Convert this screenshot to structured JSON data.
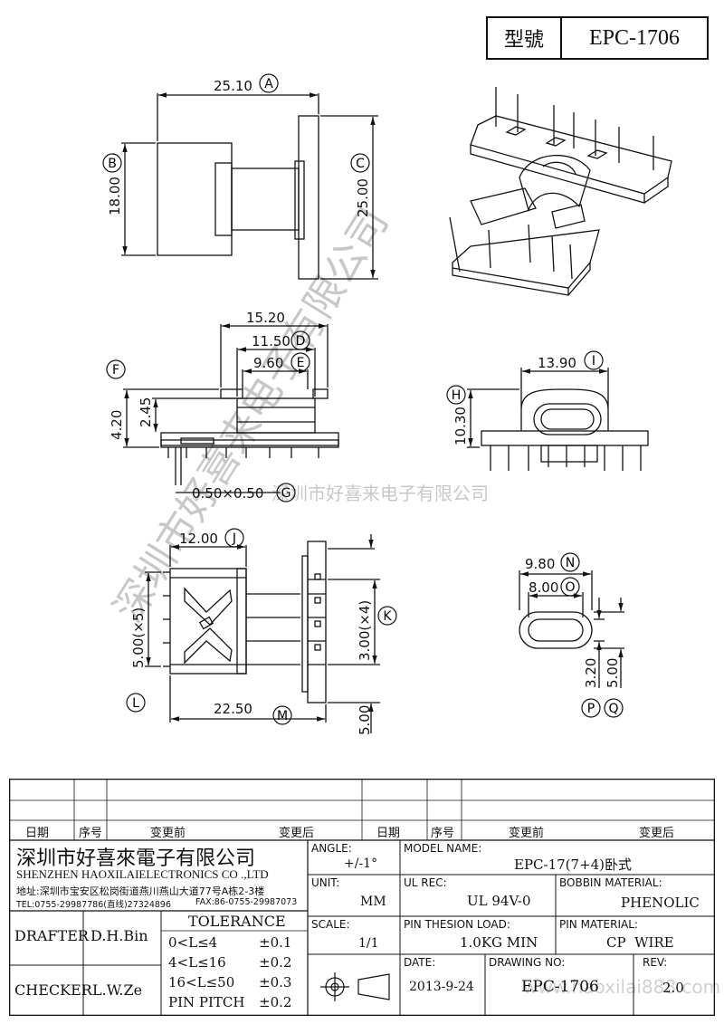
{
  "title": {
    "model_label": "型號",
    "model_value": "EPC-1706"
  },
  "dims": {
    "A": "25.10",
    "B": "18.00",
    "C": "25.00",
    "D": "11.50",
    "E": "9.60",
    "F": "4.20",
    "F2": "2.45",
    "top15": "15.20",
    "G": "0.50×0.50",
    "H": "10.30",
    "I": "13.90",
    "J": "12.00",
    "K": "3.00(×4)",
    "L": "5.00(×5)",
    "M": "22.50",
    "M2": "5.00",
    "N": "9.80",
    "O": "8.00",
    "P": "3.20",
    "Q": "5.00"
  },
  "letters": [
    "A",
    "B",
    "C",
    "D",
    "E",
    "F",
    "G",
    "H",
    "I",
    "J",
    "K",
    "L",
    "M",
    "N",
    "O",
    "P",
    "Q"
  ],
  "watermark": {
    "vertical": "深圳市好喜来电子有限公司",
    "horizontal": "深圳市好喜来电子有限公司",
    "site": "www.haoxilai888.com"
  },
  "revision_headers": {
    "date": "日期",
    "seq": "序号",
    "before": "变更前",
    "after": "变更后"
  },
  "company": {
    "name_cn": "深圳市好喜來電子有限公司",
    "name_en": "SHENZHEN HAOXILAIELECTRONICS CO .,LTD",
    "address": "地址:深圳市宝安区松岗街道燕川燕山大道77号A栋2-3楼",
    "tel": "TEL:0755-29987786(直线)27324896",
    "fax": "FAX:86-0755-29987073"
  },
  "people": {
    "drafter_label": "DRAFTER",
    "drafter": "D.H.Bin",
    "checker_label": "CHECKER",
    "checker": "L.W.Ze"
  },
  "tolerance": {
    "title": "TOLERANCE",
    "rows": [
      {
        "range": "0<L≤4",
        "value": "±0.1"
      },
      {
        "range": "4<L≤16",
        "value": "±0.2"
      },
      {
        "range": "16<L≤50",
        "value": "±0.3"
      },
      {
        "range": "PIN PITCH",
        "value": "±0.2"
      }
    ]
  },
  "fields": {
    "angle_label": "ANGLE:",
    "angle": "+/-1°",
    "unit_label": "UNIT:",
    "unit": "MM",
    "scale_label": "SCALE:",
    "scale": "1/1",
    "model_name_label": "MODEL NAME:",
    "model_name": "EPC-17(7+4)卧式",
    "ul_label": "UL REC:",
    "ul": "UL 94V-0",
    "bobbin_label": "BOBBIN MATERIAL:",
    "bobbin": "PHENOLIC",
    "load_label": "PIN THESION LOAD:",
    "load": "1.0KG MIN",
    "pin_label": "PIN MATERIAL:",
    "pin": "CP  WIRE",
    "date_label": "DATE:",
    "date": "2013-9-24",
    "drawing_label": "DRAWING NO:",
    "drawing": "EPC-1706",
    "rev_label": "REV:",
    "rev": "2.0"
  }
}
